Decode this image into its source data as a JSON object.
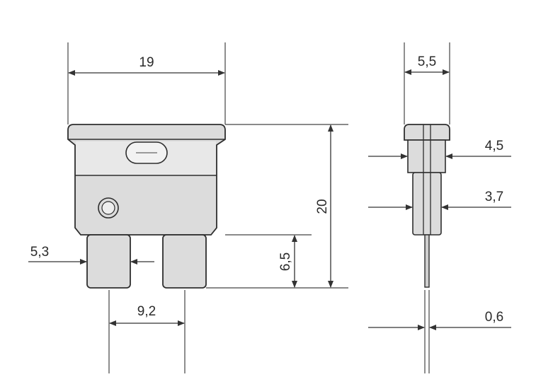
{
  "dimensions": {
    "width_top": "19",
    "height_total": "20",
    "blade_height": "6,5",
    "blade_width": "5,3",
    "blade_spacing": "9,2",
    "side_top": "5,5",
    "side_upper": "4,5",
    "side_lower": "3,7",
    "side_blade": "0,6"
  },
  "colors": {
    "body_fill": "#dcdcdc",
    "body_band": "#e8e8e8",
    "outline": "#2e2e2e"
  }
}
